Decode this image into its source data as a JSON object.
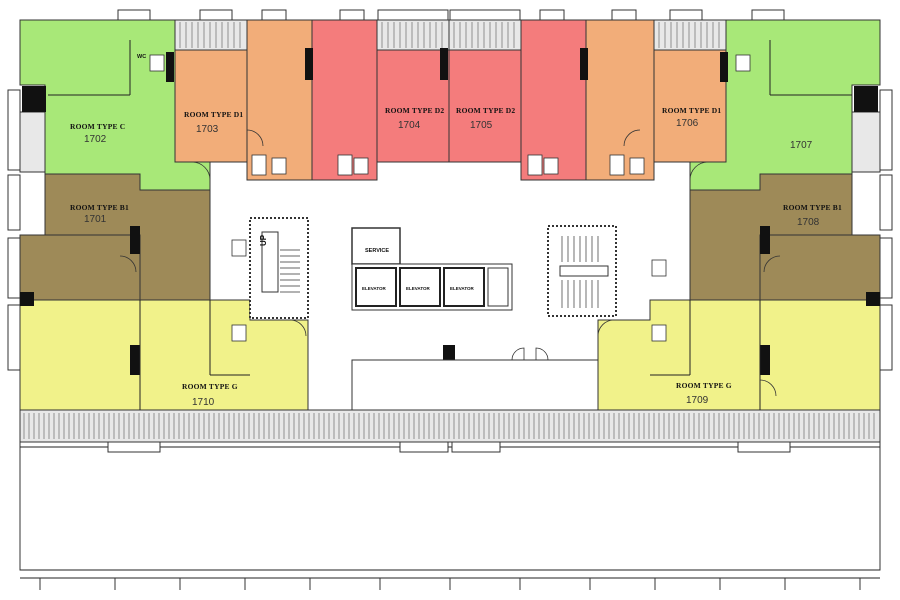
{
  "colors": {
    "type_c": "#a8e878",
    "type_d1": "#f2ad79",
    "type_d2": "#f47c7c",
    "type_b1": "#9e8a58",
    "type_g": "#f1f28a",
    "balcony": "#e8e8e8"
  },
  "rooms": {
    "r1702": {
      "type": "ROOM TYPE  C",
      "number": "1702"
    },
    "r1703": {
      "type": "ROOM TYPE  D1",
      "number": "1703"
    },
    "r1704": {
      "type": "ROOM TYPE  D2",
      "number": "1704"
    },
    "r1705": {
      "type": "ROOM TYPE  D2",
      "number": "1705"
    },
    "r1706": {
      "type": "ROOM TYPE  D1",
      "number": "1706"
    },
    "r1707": {
      "type": "",
      "number": "1707"
    },
    "r1701": {
      "type": "ROOM TYPE  B1",
      "number": "1701"
    },
    "r1708": {
      "type": "ROOM TYPE  B1",
      "number": "1708"
    },
    "r1710": {
      "type": "ROOM TYPE  G",
      "number": "1710"
    },
    "r1709": {
      "type": "ROOM TYPE  G",
      "number": "1709"
    }
  },
  "core": {
    "service": "SERVICE",
    "elevator": "ELEVATOR",
    "stair_up": "UP",
    "wc": "WC"
  }
}
